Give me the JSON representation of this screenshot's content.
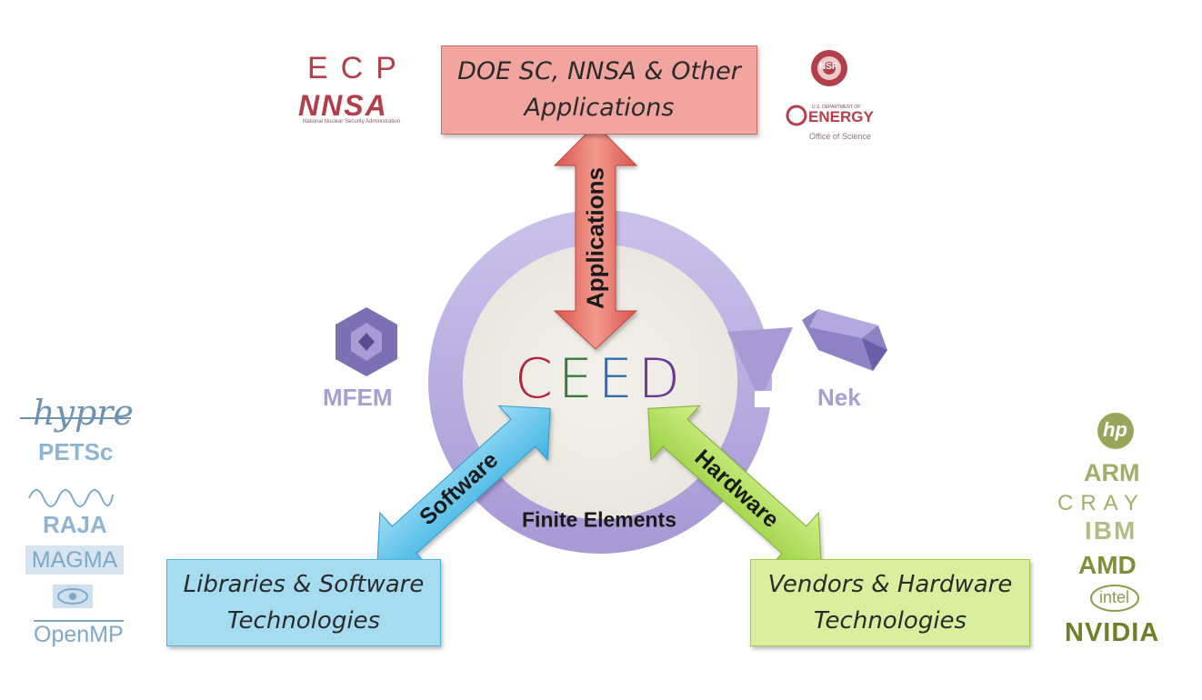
{
  "center": {
    "title": "CEED",
    "letter_colors": [
      "#b3253a",
      "#3a7a3a",
      "#2b6fae",
      "#6b3a94"
    ]
  },
  "boxes": {
    "top": {
      "line1": "DOE SC, NNSA & Other",
      "line2": "Applications"
    },
    "left": {
      "line1": "Libraries & Software",
      "line2": "Technologies"
    },
    "right": {
      "line1": "Vendors & Hardware",
      "line2": "Technologies"
    }
  },
  "arrows": {
    "applications": "Applications",
    "software": "Software",
    "hardware": "Hardware"
  },
  "ring_label": "Finite Elements",
  "side_labels": {
    "mfem": "MFEM",
    "nek": "Nek"
  },
  "top_left_logos": {
    "ecp": "ECP",
    "nnsa": "NNSA",
    "nnsa_caption": "National Nuclear Security Administration"
  },
  "top_right_logos": {
    "nsf": "NSF",
    "doe_small": "U.S. DEPARTMENT OF",
    "doe": "ENERGY",
    "doe_caption": "Office of Science"
  },
  "left_logos": [
    "hypre",
    "PETSc",
    "RAJA",
    "MAGMA",
    "OpenMP"
  ],
  "right_logos": [
    "hp",
    "ARM",
    "CRAY",
    "IBM",
    "AMD",
    "intel",
    "NVIDIA"
  ],
  "colors": {
    "top_box": "#f2a59f",
    "left_box": "#a6dcef",
    "right_box": "#d9ef9e",
    "ring": "#b7abe0",
    "app_arrow": "#e8736a",
    "sw_arrow": "#5ec3ea",
    "hw_arrow": "#a8dc55",
    "logo_blue": "#7fa9c8",
    "logo_olive": "#8f9a4a",
    "purple_label": "#a99ed3"
  }
}
